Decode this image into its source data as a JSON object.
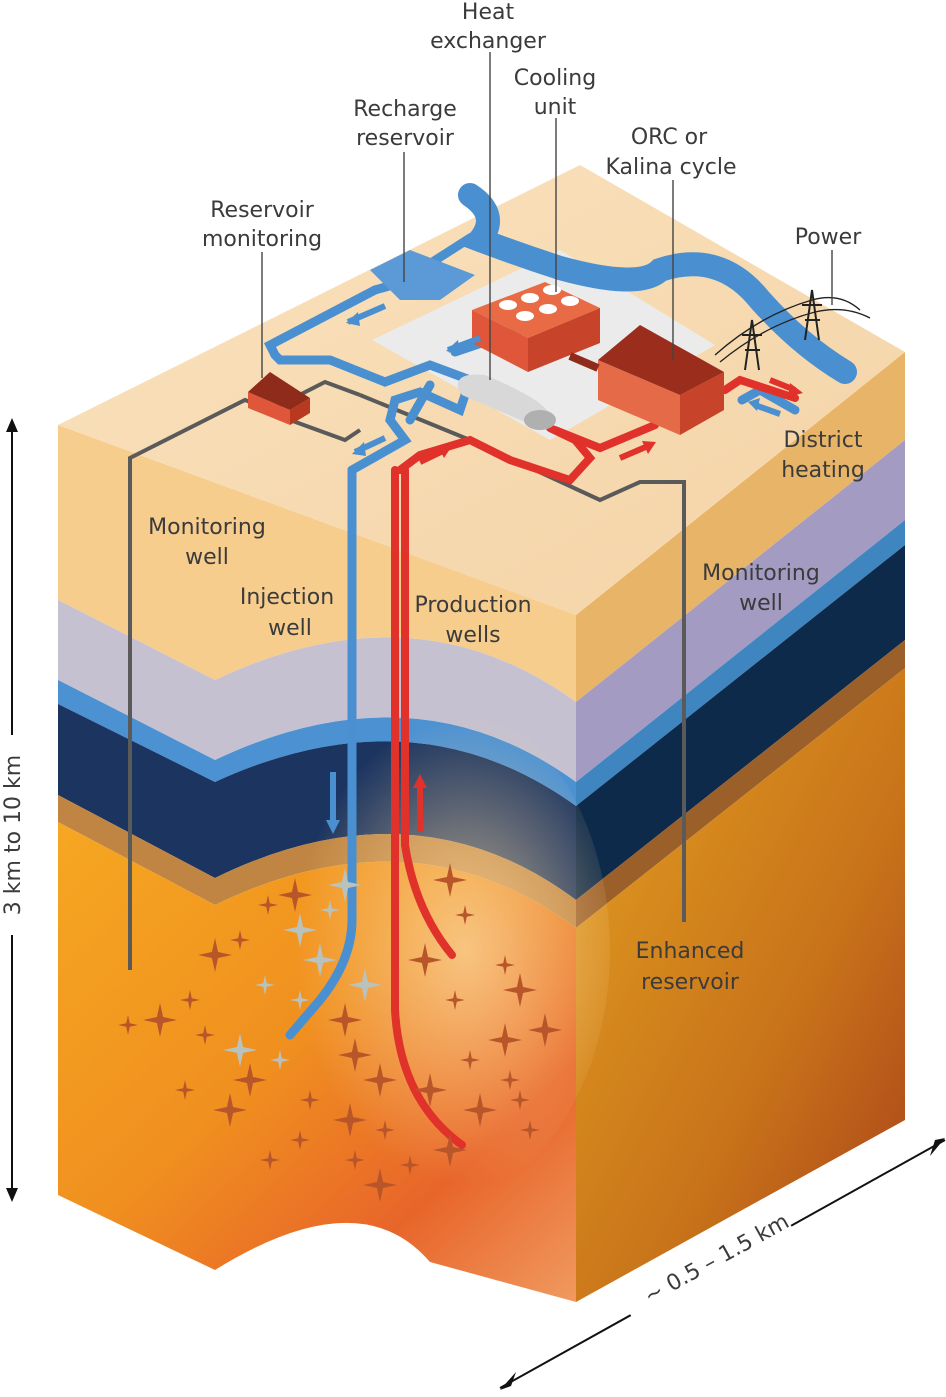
{
  "labels": {
    "heat_exchanger": [
      "Heat",
      "exchanger"
    ],
    "cooling_unit": [
      "Cooling",
      "unit"
    ],
    "recharge_reservoir": [
      "Recharge",
      "reservoir"
    ],
    "orc_kalina": [
      "ORC or",
      "Kalina cycle"
    ],
    "reservoir_monitoring": [
      "Reservoir",
      "monitoring"
    ],
    "power": "Power",
    "district_heating": [
      "District",
      "heating"
    ],
    "monitoring_well_left": [
      "Monitoring",
      "well"
    ],
    "monitoring_well_right": [
      "Monitoring",
      "well"
    ],
    "injection_well": [
      "Injection",
      "well"
    ],
    "production_wells": [
      "Production",
      "wells"
    ],
    "enhanced_reservoir": [
      "Enhanced",
      "reservoir"
    ]
  },
  "scale": {
    "depth": "3 km to 10 km",
    "width": "~ 0.5 – 1.5 km"
  },
  "colors": {
    "cold_water": "#4a90d0",
    "hot_water": "#e0312a",
    "pipe_grey": "#5a5a5a",
    "surface": "#f8dcb4",
    "building": "#e0563a"
  }
}
